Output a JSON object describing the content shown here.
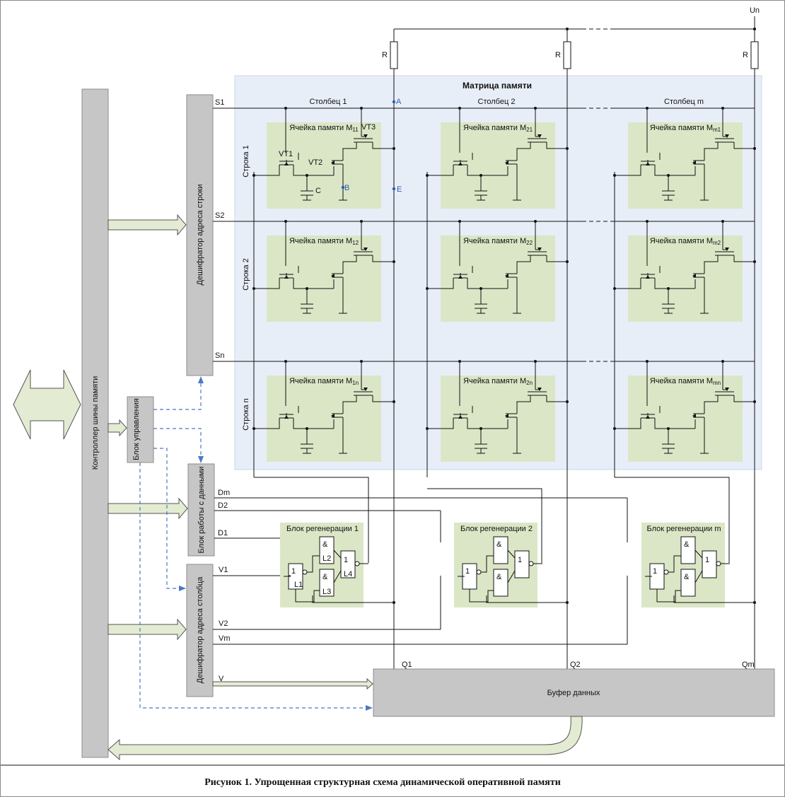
{
  "title": "Рисунок 1. Упрощенная структурная схема динамической оперативной памяти",
  "colors": {
    "matrix_bg": "#e8eef8",
    "cell_bg": "#dbe6c6",
    "block_gray": "#c6c6c6",
    "dashed_control": "#4a78c8",
    "bus_arrow": "#e3ebd3"
  },
  "power": {
    "label": "Un",
    "resistor": "R"
  },
  "matrix": {
    "title": "Матрица памяти",
    "columns": [
      "Столбец 1",
      "Столбец 2",
      "Столбец m"
    ],
    "rows": [
      "Строка 1",
      "Строка 2",
      "Строка n"
    ],
    "cells": [
      [
        {
          "base": "Ячейка памяти M",
          "sub": "11"
        },
        {
          "base": "Ячейка памяти M",
          "sub": "21"
        },
        {
          "base": "Ячейка памяти M",
          "sub": "m1"
        }
      ],
      [
        {
          "base": "Ячейка памяти M",
          "sub": "12"
        },
        {
          "base": "Ячейка памяти M",
          "sub": "22"
        },
        {
          "base": "Ячейка памяти M",
          "sub": "m2"
        }
      ],
      [
        {
          "base": "Ячейка памяти M",
          "sub": "1n"
        },
        {
          "base": "Ячейка памяти M",
          "sub": "2n"
        },
        {
          "base": "Ячейка памяти M",
          "sub": "mn"
        }
      ]
    ],
    "cell_labels": {
      "vt1": "VT1",
      "vt2": "VT2",
      "vt3": "VT3",
      "cap": "C",
      "point_a": "A",
      "point_b": "B",
      "point_e": "E"
    }
  },
  "blocks": {
    "bus_controller": "Контроллер шины памяти",
    "row_decoder": "Дешифратор адреса строки",
    "control": "Блок управления",
    "data_block": "Блок работы с данными",
    "column_decoder": "Дешифратор адреса столбца",
    "data_buffer": "Буфер данных"
  },
  "signals": {
    "rows": [
      "S1",
      "S2",
      "Sn"
    ],
    "data": [
      "Dm",
      "D2",
      "D1"
    ],
    "cols": [
      "V1",
      "V2",
      "Vm",
      "V"
    ],
    "outputs": [
      "Q1",
      "Q2",
      "Qm"
    ]
  },
  "regen": [
    {
      "title": "Блок регенерации 1",
      "and_sym": "&",
      "not_sym": "1",
      "or_sym": "1",
      "l1": "L1",
      "l2": "L2",
      "l3": "L3",
      "l4": "L4"
    },
    {
      "title": "Блок регенерации 2",
      "and_sym": "&",
      "not_sym": "1",
      "or_sym": "1"
    },
    {
      "title": "Блок регенерации m",
      "and_sym": "&",
      "not_sym": "1",
      "or_sym": "1"
    }
  ]
}
